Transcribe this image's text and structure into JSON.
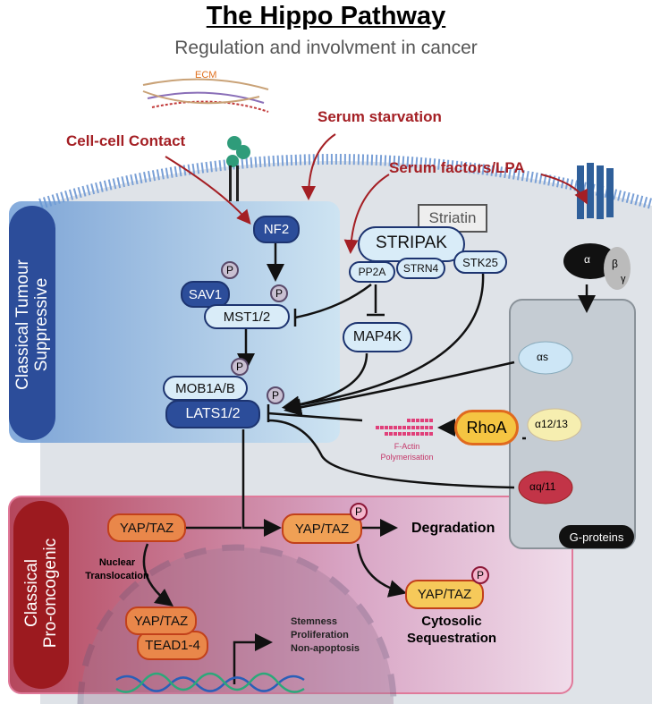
{
  "title": "The Hippo Pathway",
  "subtitle": "Regulation and involvment in cancer",
  "labels": {
    "ecm": "ECM",
    "serum_starvation": "Serum starvation",
    "cell_contact": "Cell-cell Contact",
    "serum_factors": "Serum factors/LPA"
  },
  "suppressive": {
    "label_line1": "Classical Tumour",
    "label_line2": "Suppressive",
    "nf2": "NF2",
    "sav1": "SAV1",
    "mst": "MST1/2",
    "mob": "MOB1A/B",
    "lats": "LATS1/2",
    "p": "P"
  },
  "stripak": {
    "striatin": "Striatin",
    "stripak": "STRIPAK",
    "pp2a": "PP2A",
    "strn4": "STRN4",
    "stk25": "STK25",
    "map4k": "MAP4K"
  },
  "gprotein": {
    "alpha": "α",
    "beta": "β",
    "gamma": "γ",
    "as": "αs",
    "a1213": "α12/13",
    "aq11": "αq/11",
    "label": "G-proteins",
    "rhoa": "RhoA",
    "factin1": "F-Actin",
    "factin2": "Polymerisation"
  },
  "oncogenic": {
    "label_line1": "Classical",
    "label_line2": "Pro-oncogenic",
    "yap": "YAP/TAZ",
    "degradation": "Degradation",
    "nuclear1": "Nuclear",
    "nuclear2": "Translocation",
    "tead": "TEAD1-4",
    "out1": "Stemness",
    "out2": "Proliferation",
    "out3": "Non-apoptosis",
    "cyto1": "Cytosolic",
    "cyto2": "Sequestration"
  },
  "colors": {
    "suppressive": "#2c4d9a",
    "oncogenic": "#9c1a1f",
    "arrow_red": "#a41f24",
    "yap": "#e9874a",
    "rhoa": "#f5c542"
  }
}
